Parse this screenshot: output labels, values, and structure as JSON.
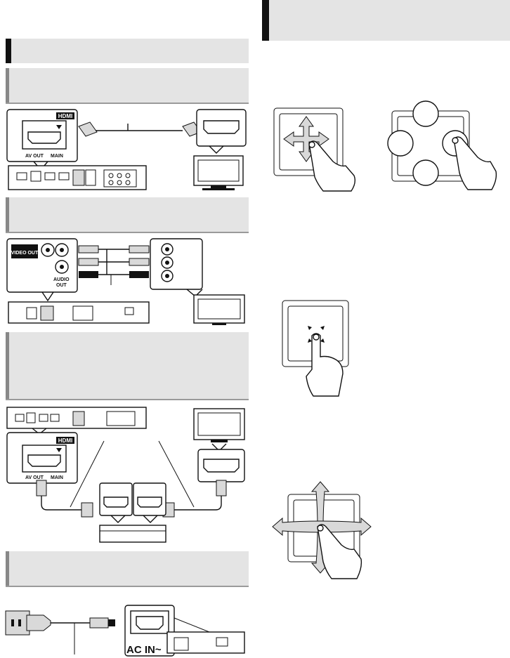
{
  "labels": {
    "hdmi_logo": "HDMI",
    "av_out": "AV OUT",
    "main": "MAIN",
    "video_out": "VIDEO OUT",
    "audio_out_1": "AUDIO",
    "audio_out_2": "OUT",
    "ac_in": "AC IN~"
  },
  "colors": {
    "section_band": "#e4e4e4",
    "accent_bar": "#111111",
    "divider": "#9a9a9a"
  }
}
